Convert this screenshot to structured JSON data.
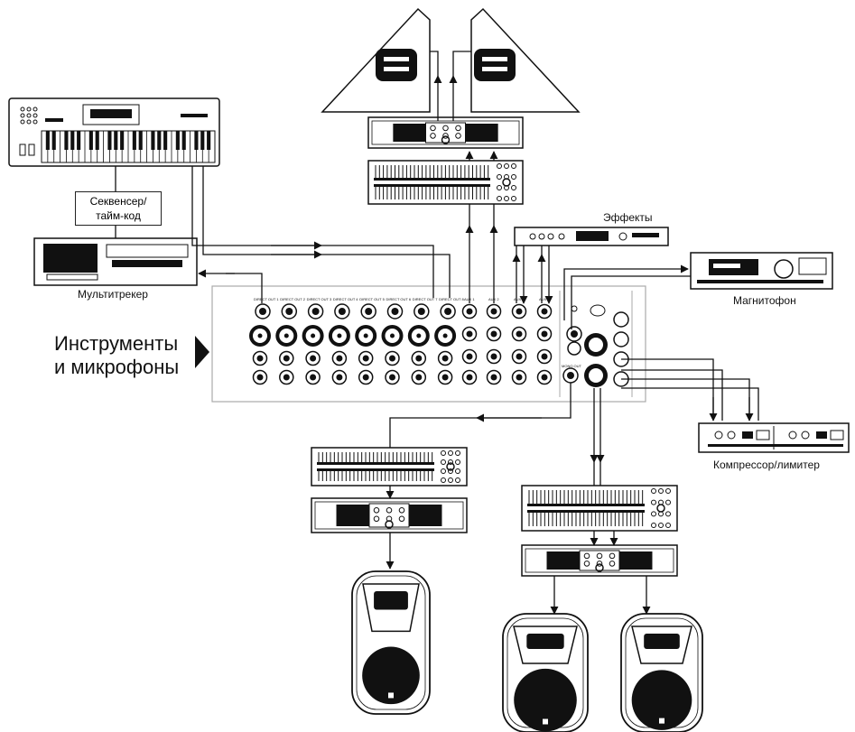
{
  "labels": {
    "sequencer_line1": "Секвенсер/",
    "sequencer_line2": "тайм-код",
    "multitrack": "Мультитрекер",
    "effects": "Эффекты",
    "tape": "Магнитофон",
    "instruments_line1": "Инструменты",
    "instruments_line2": "и микрофоны",
    "compressor": "Компрессор/лимитер"
  },
  "mixer": {
    "direct_outs": [
      "DIRECT OUT 1",
      "DIRECT OUT 2",
      "DIRECT OUT 3",
      "DIRECT OUT 4",
      "DIRECT OUT 5",
      "DIRECT OUT 6",
      "DIRECT OUT 7",
      "DIRECT OUT 8"
    ],
    "aux_labels": [
      "AUX 1",
      "AUX 2",
      "AUX 3",
      "AUX 4"
    ],
    "mono_out_label": "MONO OUT"
  },
  "colors": {
    "line": "#111111",
    "panel_fill": "#ffffff",
    "dark": "#111111",
    "mixer_border": "#aaaaaa"
  }
}
